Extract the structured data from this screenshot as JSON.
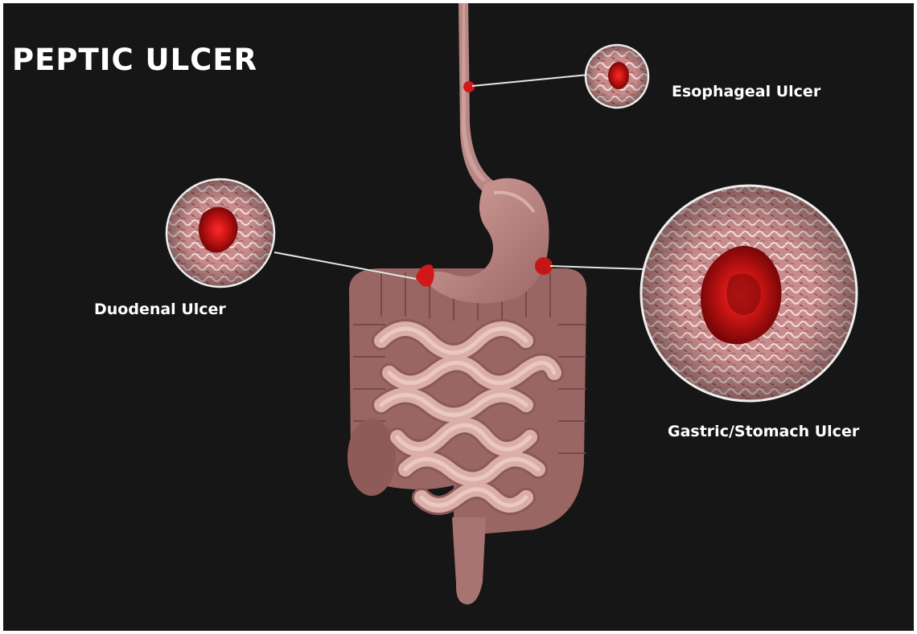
{
  "title": "PEPTIC ULCER",
  "labels": {
    "esophageal": "Esophageal Ulcer",
    "duodenal": "Duodenal Ulcer",
    "gastric": "Gastric/Stomach Ulcer"
  },
  "colors": {
    "background": "#161616",
    "organ": "#b47c78",
    "intestine": "#dcaea8",
    "ulcer": "#d01818",
    "text": "#ffffff",
    "leader_line": "#e6e6e6"
  }
}
